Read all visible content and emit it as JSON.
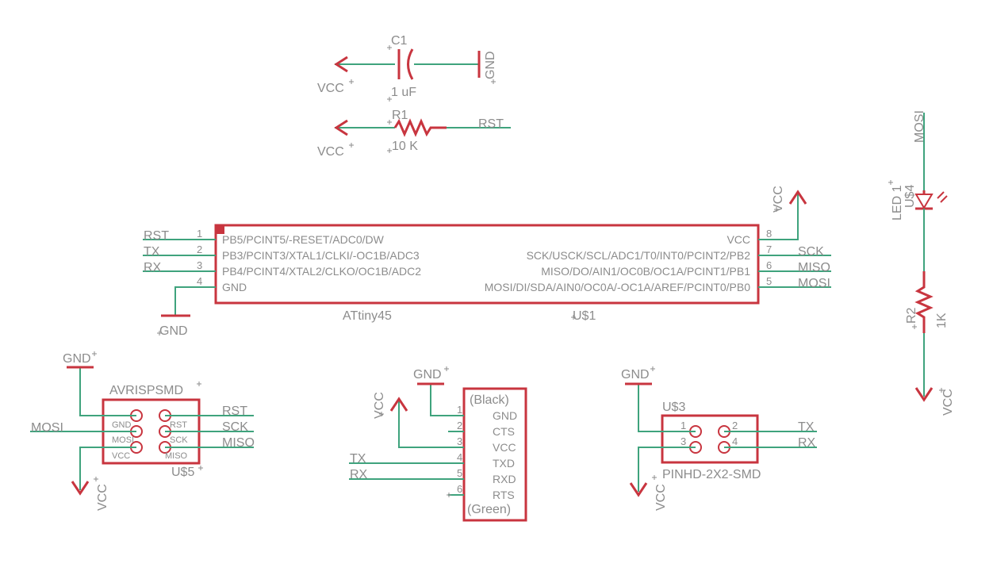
{
  "colors": {
    "wire": "#3fa37d",
    "part": "#c8353f",
    "text": "#8c8c8c",
    "background": "#ffffff"
  },
  "c1": {
    "name": "C1",
    "value": "1 uF",
    "left_net": "VCC",
    "right_net": "GND"
  },
  "r1": {
    "name": "R1",
    "value": "10 K",
    "left_net": "VCC",
    "right_net": "RST"
  },
  "u1": {
    "part": "ATtiny45",
    "name": "U$1",
    "left_pins": [
      {
        "num": "1",
        "name": "PB5/PCINT5/-RESET/ADC0/DW",
        "net": "RST"
      },
      {
        "num": "2",
        "name": "PB3/PCINT3/XTAL1/CLKI/-OC1B/ADC3",
        "net": "TX"
      },
      {
        "num": "3",
        "name": "PB4/PCINT4/XTAL2/CLKO/OC1B/ADC2",
        "net": "RX"
      },
      {
        "num": "4",
        "name": "GND",
        "net": "GND"
      }
    ],
    "right_pins": [
      {
        "num": "8",
        "name": "VCC",
        "net": "VCC"
      },
      {
        "num": "7",
        "name": "SCK/USCK/SCL/ADC1/T0/INT0/PCINT2/PB2",
        "net": "SCK"
      },
      {
        "num": "6",
        "name": "MISO/DO/AIN1/OC0B/OC1A/PCINT1/PB1",
        "net": "MISO"
      },
      {
        "num": "5",
        "name": "MOSI/DI/SDA/AIN0/OC0A/-OC1A/AREF/PCINT0/PB0",
        "net": "MOSI"
      }
    ]
  },
  "led": {
    "name": "LED 1",
    "ref": "U$4",
    "top_net": "MOSI"
  },
  "r2": {
    "name": "R2",
    "value": "1K",
    "bottom_net": "VCC"
  },
  "isp": {
    "part": "AVRISPSMD",
    "name": "U$5",
    "gnd_net": "GND",
    "vcc_net": "VCC",
    "pin_labels": [
      "GND",
      "RST",
      "MOSI",
      "SCK",
      "VCC",
      "MISO"
    ],
    "left_net": "MOSI",
    "right_nets": [
      "RST",
      "SCK",
      "MISO"
    ]
  },
  "ftdi": {
    "top_label": "(Black)",
    "bottom_label": "(Green)",
    "gnd_net": "GND",
    "vcc_net": "VCC",
    "pins": [
      {
        "num": "1",
        "name": "GND"
      },
      {
        "num": "2",
        "name": "CTS"
      },
      {
        "num": "3",
        "name": "VCC"
      },
      {
        "num": "4",
        "name": "TXD"
      },
      {
        "num": "5",
        "name": "RXD"
      },
      {
        "num": "6",
        "name": "RTS"
      }
    ],
    "left_nets": [
      "TX",
      "RX"
    ]
  },
  "hdr": {
    "name": "U$3",
    "part": "PINHD-2X2-SMD",
    "gnd_net": "GND",
    "vcc_net": "VCC",
    "pin_nums": [
      "1",
      "2",
      "3",
      "4"
    ],
    "right_nets": [
      "TX",
      "RX"
    ]
  }
}
